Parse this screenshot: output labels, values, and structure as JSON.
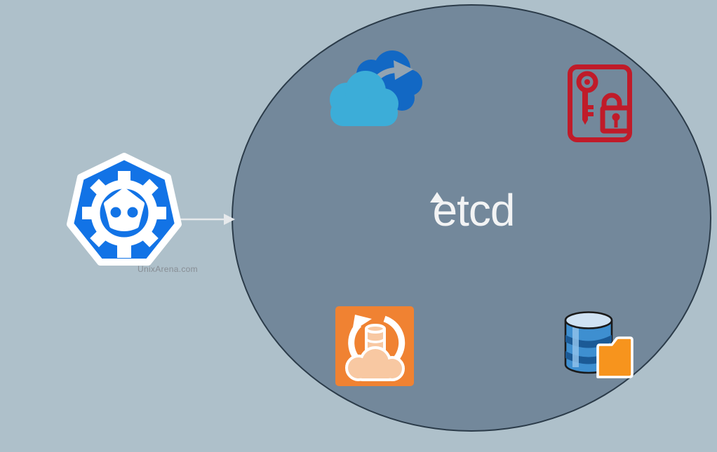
{
  "scene": {
    "background": "#aec0ca",
    "watermark": {
      "text": "UnixArena.com",
      "color": "#878d94"
    }
  },
  "etcd_group": {
    "label": "etcd",
    "label_color": "#f2f3f4",
    "circle_fill": "#73889b",
    "circle_stroke": "#2b3b49",
    "icons": [
      {
        "name": "cloud-sync-icon",
        "meaning": "cloud synchronization / replication",
        "colors": {
          "back_cloud": "#1268c4",
          "front_cloud": "#3cadd8",
          "sync_arrow": "#93a3b1"
        }
      },
      {
        "name": "key-lock-security-icon",
        "meaning": "secrets / security keys",
        "colors": {
          "stroke": "#c01b29"
        }
      },
      {
        "name": "cloud-backup-restore-icon",
        "meaning": "backup and restore",
        "colors": {
          "square": "#f08232",
          "fill": "#f8c8a2",
          "outline": "#ffffff"
        }
      },
      {
        "name": "database-folder-icon",
        "meaning": "key-value data store",
        "colors": {
          "database": "#3e8fd0",
          "database_dark": "#1b5a96",
          "database_top": "#cfe2f3",
          "highlight": "#8ec1ea",
          "folder": "#f7941d"
        }
      }
    ]
  },
  "kubernetes_node": {
    "name": "kubernetes-gear-logo",
    "colors": {
      "fill": "#1273e6",
      "outline": "#ffffff"
    }
  },
  "connector_arrow": {
    "color": "#e6e9ec",
    "direction": "right"
  }
}
